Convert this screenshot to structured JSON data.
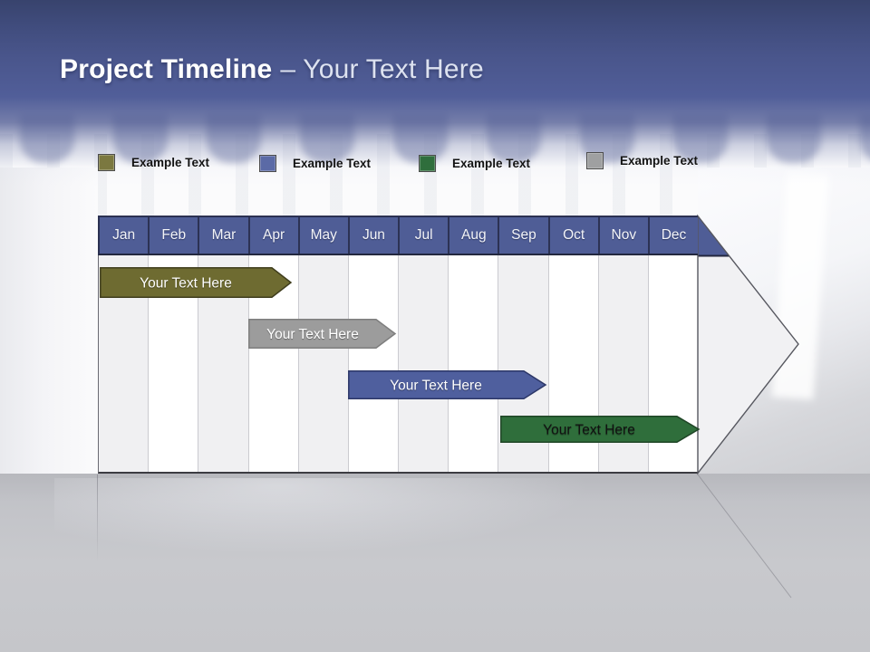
{
  "title": {
    "main": "Project Timeline",
    "sub": "– Your Text Here"
  },
  "legend": {
    "items": [
      {
        "label": "Example Text",
        "color": "#7b7840"
      },
      {
        "label": "Example Text",
        "color": "#5b6aa6"
      },
      {
        "label": "Example Text",
        "color": "#2f6e3c"
      },
      {
        "label": "Example Text",
        "color": "#9fa0a1"
      }
    ]
  },
  "timeline": {
    "months": [
      "Jan",
      "Feb",
      "Mar",
      "Apr",
      "May",
      "Jun",
      "Jul",
      "Aug",
      "Sep",
      "Oct",
      "Nov",
      "Dec"
    ],
    "bars": [
      {
        "label": "Your Text Here",
        "color": "#6e6b31",
        "text_color": "#ffffff",
        "start": "Jan",
        "end": "mid Apr"
      },
      {
        "label": "Your Text Here",
        "color": "#9c9c9c",
        "text_color": "#ffffff",
        "start": "Apr",
        "end": "end Jun"
      },
      {
        "label": "Your Text Here",
        "color": "#4f5f9e",
        "text_color": "#ffffff",
        "start": "Jun",
        "end": "end Sep"
      },
      {
        "label": "Your Text Here",
        "color": "#2f6e3b",
        "text_color": "#111111",
        "start": "Sep",
        "end": "end Dec"
      }
    ]
  },
  "colors": {
    "header_gradient_top": "#38436d",
    "header_gradient_bottom": "#515e99",
    "month_band": "#4f5d96",
    "band_separator": "#2c3254",
    "column_odd": "#f0f0f2",
    "column_even": "#ffffff",
    "big_arrow_fill": "#f1f1f3",
    "floor_gray": "#c5c6ca"
  }
}
